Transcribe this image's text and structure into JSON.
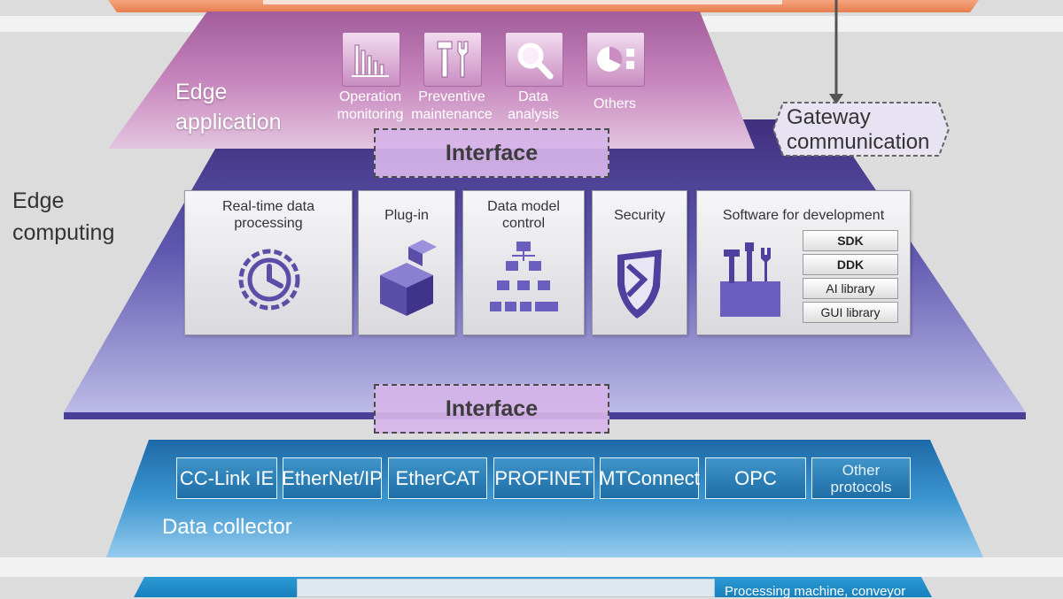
{
  "edge_application": {
    "label_line1": "Edge",
    "label_line2": "application",
    "apps": [
      {
        "icon": "bar-chart-icon",
        "line1": "Operation",
        "line2": "monitoring"
      },
      {
        "icon": "tools-icon",
        "line1": "Preventive",
        "line2": "maintenance"
      },
      {
        "icon": "magnifier-icon",
        "line1": "Data",
        "line2": "analysis"
      },
      {
        "icon": "pie-chart-icon",
        "line1": "Others",
        "line2": ""
      }
    ]
  },
  "gateway": {
    "line1": "Gateway",
    "line2": "communication"
  },
  "interface_top": "Interface",
  "interface_bottom": "Interface",
  "edge_computing": {
    "label_line1": "Edge",
    "label_line2": "computing",
    "modules": [
      {
        "title_line1": "Real-time data",
        "title_line2": "processing",
        "icon": "clock-gear-icon"
      },
      {
        "title_line1": "Plug-in",
        "title_line2": "",
        "icon": "puzzle-cube-icon"
      },
      {
        "title_line1": "Data model",
        "title_line2": "control",
        "icon": "hierarchy-icon"
      },
      {
        "title_line1": "Security",
        "title_line2": "",
        "icon": "shield-icon"
      },
      {
        "title_line1": "Software for development",
        "title_line2": "",
        "icon": "toolbox-icon"
      }
    ],
    "libraries": [
      "SDK",
      "DDK",
      "AI library",
      "GUI library"
    ]
  },
  "data_collector": {
    "label": "Data collector",
    "protocols": [
      "CC-Link IE",
      "EtherNet/IP",
      "EtherCAT",
      "PROFINET",
      "MTConnect",
      "OPC"
    ],
    "other_line1": "Other",
    "other_line2": "protocols"
  },
  "bottom": {
    "caption": "Processing machine, conveyor"
  },
  "colors": {
    "app_layer": "#b771ad",
    "computing_layer": "#6a62b8",
    "collector_layer": "#2f86c4",
    "top_layer": "#ee8d62"
  }
}
